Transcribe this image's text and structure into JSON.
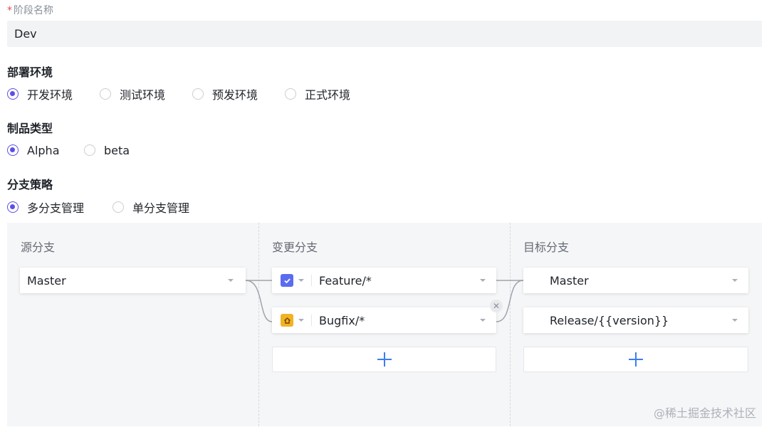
{
  "stage": {
    "required_mark": "*",
    "label": "阶段名称",
    "value": "Dev"
  },
  "deploy_env": {
    "title": "部署环境",
    "options": [
      "开发环境",
      "测试环境",
      "预发环境",
      "正式环境"
    ],
    "selected": "开发环境"
  },
  "artifact_type": {
    "title": "制品类型",
    "options": [
      "Alpha",
      "beta"
    ],
    "selected": "Alpha"
  },
  "branch_strategy": {
    "title": "分支策略",
    "options": [
      "多分支管理",
      "单分支管理"
    ],
    "selected": "多分支管理"
  },
  "branches": {
    "source": {
      "title": "源分支",
      "items": [
        {
          "value": "Master"
        }
      ]
    },
    "change": {
      "title": "变更分支",
      "items": [
        {
          "value": "Feature/*",
          "type_icon": "checkbox-icon",
          "type_color": "#5b6cf0"
        },
        {
          "value": "Bugfix/*",
          "type_icon": "home-icon",
          "type_color": "#f0b323"
        }
      ]
    },
    "target": {
      "title": "目标分支",
      "items": [
        {
          "value": "Master"
        },
        {
          "value": "Release/{{version}}"
        }
      ]
    }
  },
  "colors": {
    "accent": "#5b4fe9",
    "add_icon": "#3b7ef0",
    "required": "#e5484d",
    "panel_bg": "#f5f6f7"
  },
  "watermark": "@稀土掘金技术社区"
}
